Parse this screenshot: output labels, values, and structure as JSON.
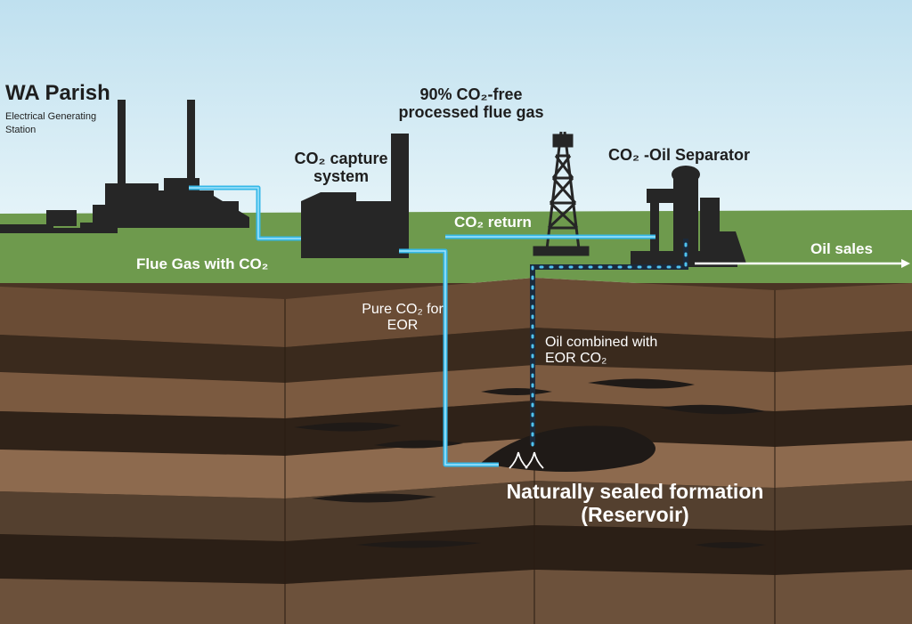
{
  "labels": {
    "plant_title": "WA Parish",
    "plant_subtitle": "Electrical Generating Station",
    "co2_free_gas": "90% CO₂-free processed flue gas",
    "capture_system": "CO₂ capture system",
    "separator": "CO₂ -Oil Separator",
    "co2_return": "CO₂ return",
    "flue_gas": "Flue Gas with CO₂",
    "oil_sales": "Oil sales",
    "pure_co2": "Pure CO₂ for EOR",
    "oil_combined": "Oil combined with EOR CO₂",
    "reservoir": "Naturally sealed formation (Reservoir)"
  },
  "colors": {
    "sky_top": "#bfe0ef",
    "sky_bottom": "#e4f3f8",
    "grass": "#6e9a4d",
    "soil_dark": "#2e2219",
    "soil_mid": "#5b4230",
    "soil_light": "#8d6a4e",
    "buildings": "#262626",
    "co2_pipe": "#35b8e8",
    "oil_pipe": "#1b2a3c",
    "oil_sales_pipe": "#ffffff"
  },
  "icons": [
    "power-plant-icon",
    "capture-system-icon",
    "oil-derrick-icon",
    "separator-icon",
    "injection-symbol-icon"
  ]
}
